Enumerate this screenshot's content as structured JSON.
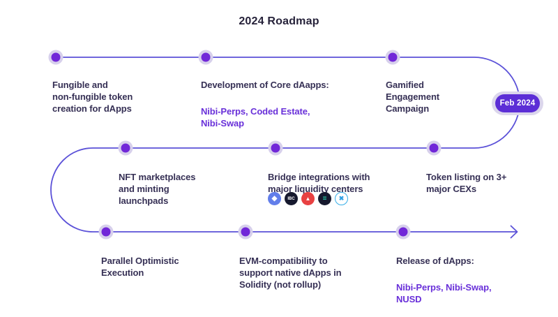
{
  "title": "2024 Roadmap",
  "badge": {
    "label": "Feb 2024"
  },
  "colors": {
    "line": "#5b51d8",
    "dot": "#7127d8",
    "dot_halo": "#d7d0ec",
    "heading_text": "#363055",
    "accent_purple": "#6930d9",
    "badge_bg": "#5c2ed6",
    "badge_ring": "#dbd6ec",
    "badge_text": "#ffffff"
  },
  "milestones": {
    "row1": [
      {
        "text": "Fungible and\nnon-fungible token\ncreation for dApps"
      },
      {
        "text": "Development of Core dAapps:",
        "sub": "Nibi-Perps, Coded Estate,\nNibi-Swap"
      },
      {
        "text": "Gamified\nEngagement\nCampaign"
      }
    ],
    "row2": [
      {
        "text": "NFT marketplaces\nand minting\nlaunchpads"
      },
      {
        "text": "Bridge integrations with\nmajor liquidity centers"
      },
      {
        "text": "Token listing on 3+\nmajor CEXs"
      }
    ],
    "row3": [
      {
        "text": "Parallel Optimistic\nExecution"
      },
      {
        "text": "EVM-compatibility to\nsupport native dApps in\nSolidity (not rollup)"
      },
      {
        "text": "Release of dApps:",
        "sub": "Nibi-Perps, Nibi-Swap,\nNUSD"
      }
    ]
  },
  "bridge_icons": [
    {
      "name": "ethereum",
      "glyph": "◆",
      "bg": "#627eea",
      "fg": "#ffffff"
    },
    {
      "name": "ibc",
      "glyph": "IBC",
      "bg": "#16192e",
      "fg": "#ffffff"
    },
    {
      "name": "avalanche",
      "glyph": "▲",
      "bg": "#e84142",
      "fg": "#ffffff"
    },
    {
      "name": "solana",
      "glyph": "≡",
      "bg": "#16192e",
      "fg": "#2ce5b7"
    },
    {
      "name": "axelar",
      "glyph": "✖",
      "bg": "#ffffff",
      "fg": "#2f9fe3",
      "border": "#35aee8"
    }
  ]
}
